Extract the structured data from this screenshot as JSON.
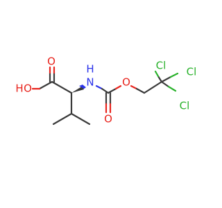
{
  "molecule": {
    "atoms": {
      "carbonyl_o": "O",
      "hydroxyl": "O",
      "hydroxyl_h": "H",
      "amine_n": "N",
      "amine_h": "H",
      "carbamate_o": "O",
      "ester_o": "O",
      "cl_top_left": "Cl",
      "cl_top_right": "Cl",
      "cl_bottom": "Cl"
    },
    "colors": {
      "carbon_bond": "#3a3a3a",
      "oxygen": "#e8231c",
      "nitrogen": "#2a32ea",
      "chlorine": "#29b22b"
    }
  }
}
